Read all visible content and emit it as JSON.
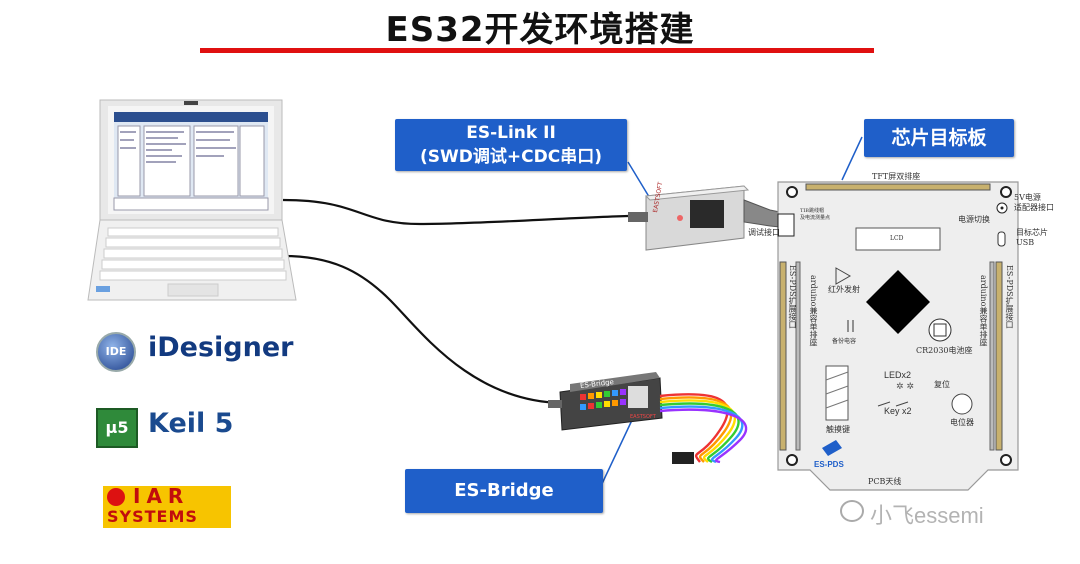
{
  "title": "ES32开发环境搭建",
  "colors": {
    "accent_red": "#e01010",
    "callout_blue": "#1f5fc9",
    "cable": "#111111"
  },
  "callouts": {
    "eslink_line1": "ES-Link II",
    "eslink_line2": "(SWD调试+CDC串口)",
    "target_board": "芯片目标板",
    "esbridge": "ES-Bridge"
  },
  "software": {
    "idesigner": "iDesigner",
    "idesigner_badge": "IDE",
    "keil": "Keil 5",
    "keil_badge": "μ5",
    "iar_line1": "IAR",
    "iar_line2": "SYSTEMS"
  },
  "board": {
    "tft": "TFT屏双排座",
    "power_5v": "5V电源\n适配器接口",
    "target_usb": "目标芯片\nUSB",
    "power_switch": "电源切换",
    "current_point": "TIB跳线帽\n及电流测量点",
    "lcd": "LCD",
    "debug_port": "调试接口",
    "ext_left": "ES-PDS扩展接口",
    "ext_right": "ES-PDS扩展接口",
    "arduino_left": "arduino兼容单排座",
    "arduino_right": "arduino兼容单排座",
    "ir_tx": "红外发射",
    "cap": "备份电容",
    "battery": "CR2030电池座",
    "led": "LEDx2",
    "reset": "复位",
    "touch": "触摸键",
    "key": "Key x2",
    "pot": "电位器",
    "pcb_antenna": "PCB天线",
    "logo": "ES-PDS"
  },
  "device_labels": {
    "eslink_brand": "EASTSOFT",
    "bridge_brand": "ES-Bridge",
    "bridge_sub": "EASTSOFT"
  },
  "watermark": "小飞essemi"
}
